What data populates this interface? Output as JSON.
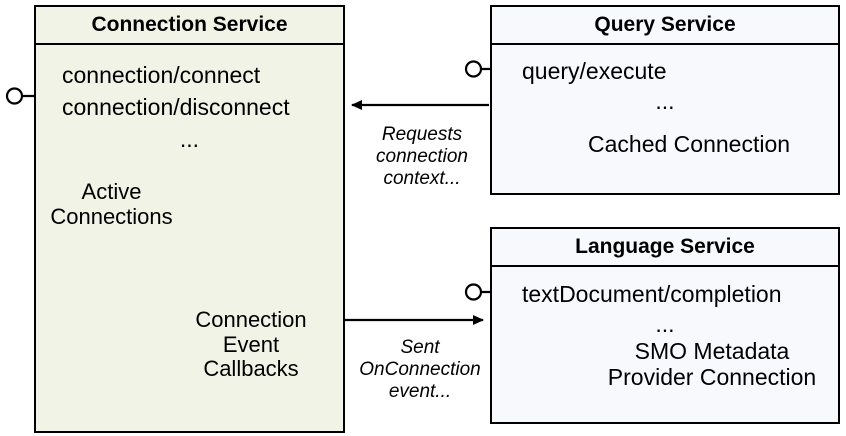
{
  "diagram": {
    "type": "uml-component-diagram",
    "palette": {
      "connection_service_fill": "#f1f3e6",
      "service_fill": "#f8f9fc",
      "border": "#000000",
      "cylinder_stroke_green": "#555b4e",
      "cylinder_stroke_gray": "#6b6b6b",
      "text": "#000000"
    },
    "components": [
      {
        "id": "connection-service",
        "title": "Connection Service",
        "operations": [
          "connection/connect",
          "connection/disconnect"
        ],
        "ellipsis": "...",
        "data_stores": [
          {
            "id": "active-connections",
            "label": "Active\nConnections",
            "icon": "database-stack-icon"
          },
          {
            "id": "connection-event-callbacks",
            "label": "Connection\nEvent\nCallbacks",
            "icon": "table-icon",
            "rows": 5,
            "columns": 2
          }
        ]
      },
      {
        "id": "query-service",
        "title": "Query Service",
        "operations": [
          "query/execute"
        ],
        "ellipsis": "...",
        "data_stores": [
          {
            "id": "cached-connection",
            "label": "Cached Connection",
            "icon": "database-icon"
          }
        ]
      },
      {
        "id": "language-service",
        "title": "Language Service",
        "operations": [
          "textDocument/completion"
        ],
        "ellipsis": "...",
        "data_stores": [
          {
            "id": "smo-metadata-provider-connection",
            "label": "SMO Metadata\nProvider Connection",
            "icon": "database-icon"
          }
        ]
      }
    ],
    "connections": [
      {
        "id": "requests-connection-context",
        "label": "Requests\nconnection\ncontext...",
        "from": "query-service",
        "to": "connection-service",
        "direction": "right-to-left"
      },
      {
        "id": "sent-onconnection-event",
        "label": "Sent\nOnConnection\nevent...",
        "from": "connection-service",
        "to": "language-service",
        "direction": "left-to-right"
      }
    ],
    "provided_interfaces": [
      {
        "id": "connection-service-interface",
        "owner": "connection-service",
        "icon": "lollipop-interface-icon"
      },
      {
        "id": "query-service-interface",
        "owner": "query-service",
        "icon": "lollipop-interface-icon"
      },
      {
        "id": "language-service-interface",
        "owner": "language-service",
        "icon": "lollipop-interface-icon"
      }
    ]
  }
}
